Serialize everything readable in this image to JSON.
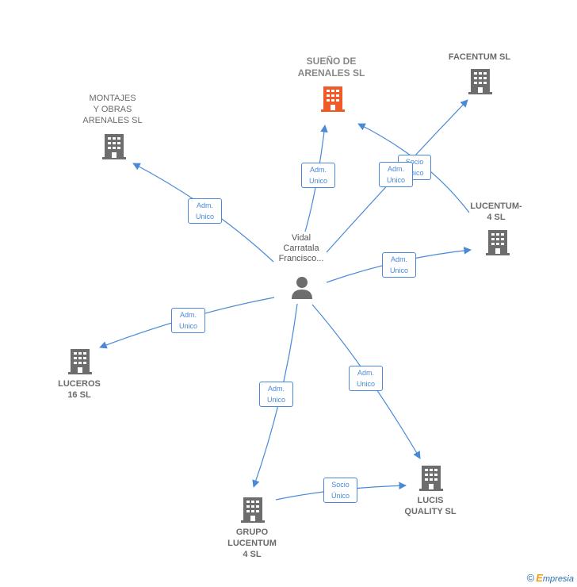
{
  "nodes": {
    "sueno": {
      "label": "SUEÑO DE\nARENALES SL",
      "color": "#f05a28"
    },
    "facentum": {
      "label": "FACENTUM SL",
      "color": "#6d6d6d"
    },
    "montajes": {
      "label": "MONTAJES\nY OBRAS\nARENALES SL",
      "color": "#6d6d6d"
    },
    "lucentum4": {
      "label": "LUCENTUM-\n4 SL",
      "color": "#6d6d6d"
    },
    "luceros": {
      "label": "LUCEROS\n16 SL",
      "color": "#6d6d6d"
    },
    "grupo": {
      "label": "GRUPO\nLUCENTUM\n4 SL",
      "color": "#6d6d6d"
    },
    "lucis": {
      "label": "LUCIS\nQUALITY SL",
      "color": "#6d6d6d"
    },
    "person": {
      "label": "Vidal\nCarratala\nFrancisco..."
    }
  },
  "edge_labels": {
    "adm_unico": "Adm.\nUnico",
    "socio_unico": "Socio\nÚnico",
    "socio_unico_hidden": "Socio\nÚnico"
  },
  "edge_color": "#4a89d8",
  "footer": {
    "copyright": "©",
    "brand_first": "E",
    "brand_rest": "mpresia"
  }
}
